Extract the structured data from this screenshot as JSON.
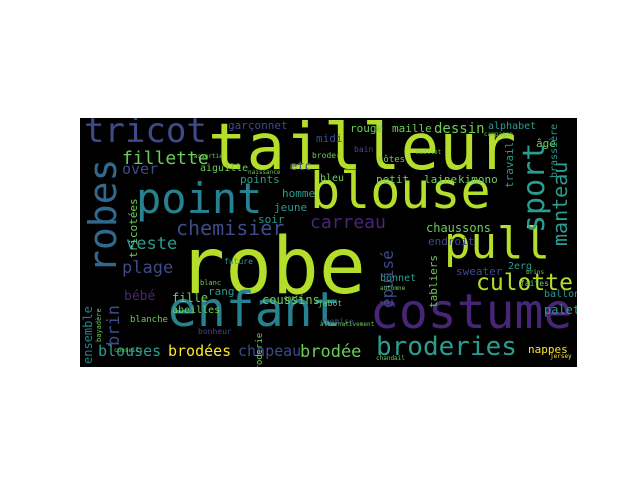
{
  "palette": {
    "background": "#000000",
    "page": "#ffffff",
    "yellow_green": "#b5de2b",
    "green": "#6ccd5a",
    "teal": "#2a9d8f",
    "cyan": "#26828e",
    "blue": "#3e4a89",
    "purple": "#482677",
    "yellow": "#fde725",
    "slate": "#31688e"
  },
  "words": [
    "robe",
    "tailleur",
    "blouse",
    "costume",
    "enfant",
    "pull",
    "point",
    "robes",
    "tricot",
    "broderies",
    "sport",
    "culotte",
    "chemisier",
    "fillette",
    "manteau",
    "carreau",
    "veste",
    "plage",
    "brodées",
    "brodée",
    "blouses",
    "chapeau",
    "dessin",
    "chaussons",
    "épuisé",
    "over",
    "bébé",
    "brin",
    "fille",
    "coussins",
    "ensemble",
    "paletot",
    "nappes",
    "sweater",
    "rouge",
    "maille",
    "travail",
    "âge",
    "tabliers",
    "etc",
    "midi",
    "laine",
    "kimono",
    "endroit",
    "garçonnet",
    "tricotées",
    "points",
    "homme",
    "jeune",
    "soir",
    "rang",
    "petit",
    "bleu",
    "brassière",
    "2erg",
    "ballon",
    "alphabet",
    "abeilles",
    "aiguille",
    "bonnet",
    "côtes",
    "blanche",
    "broderie",
    "bonheur",
    "jabot",
    "chemise",
    "future",
    "faites",
    "bain",
    "broder",
    "naissance",
    "conseils",
    "gants",
    "maillot",
    "alternativement",
    "assortie",
    "jersey",
    "chandail",
    "automne",
    "bayadère",
    "campagne",
    "brins",
    "blanc"
  ]
}
